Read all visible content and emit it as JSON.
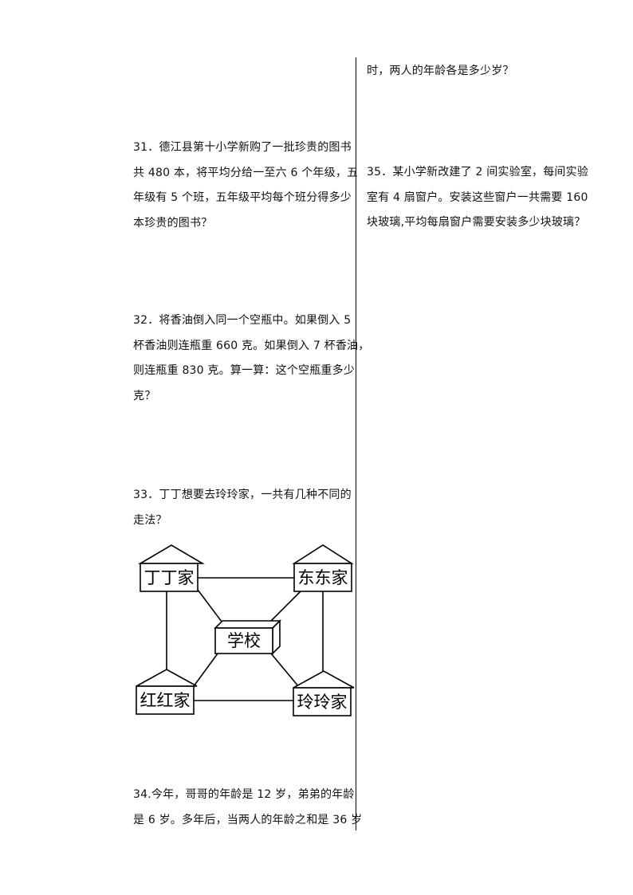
{
  "page": {
    "left_column": {
      "q31": {
        "lines": [
          "31．德江县第十小学新购了一批珍贵的图书",
          "共 480 本，将平均分给一至六 6 个年级，五",
          "年级有 5 个班，五年级平均每个班分得多少",
          "本珍贵的图书？"
        ]
      },
      "q32": {
        "lines": [
          "32．将香油倒入同一个空瓶中。如果倒入 5",
          "杯香油则连瓶重 660 克。如果倒入 7 杯香油，",
          "则连瓶重 830 克。算一算：这个空瓶重多少",
          "克？"
        ]
      },
      "q33": {
        "lines": [
          "33．丁丁想要去玲玲家，一共有几种不同的",
          "走法？"
        ],
        "diagram": {
          "nodes": {
            "dingding": "丁丁家",
            "dongdong": "东东家",
            "school": "学校",
            "honghong": "红红家",
            "lingling": "玲玲家"
          }
        }
      },
      "q34": {
        "lines": [
          "34.今年，哥哥的年龄是 12 岁，弟弟的年龄",
          "是 6 岁。多年后，当两人的年龄之和是 36 岁"
        ]
      }
    },
    "right_column": {
      "q34_continued": {
        "lines": [
          "时，两人的年龄各是多少岁？"
        ]
      },
      "q35": {
        "lines": [
          "35．某小学新改建了 2 间实验室，每间实验",
          "室有 4 扇窗户。安装这些窗户一共需要 160",
          "块玻璃,平均每扇窗户需要安装多少块玻璃？"
        ]
      }
    }
  }
}
